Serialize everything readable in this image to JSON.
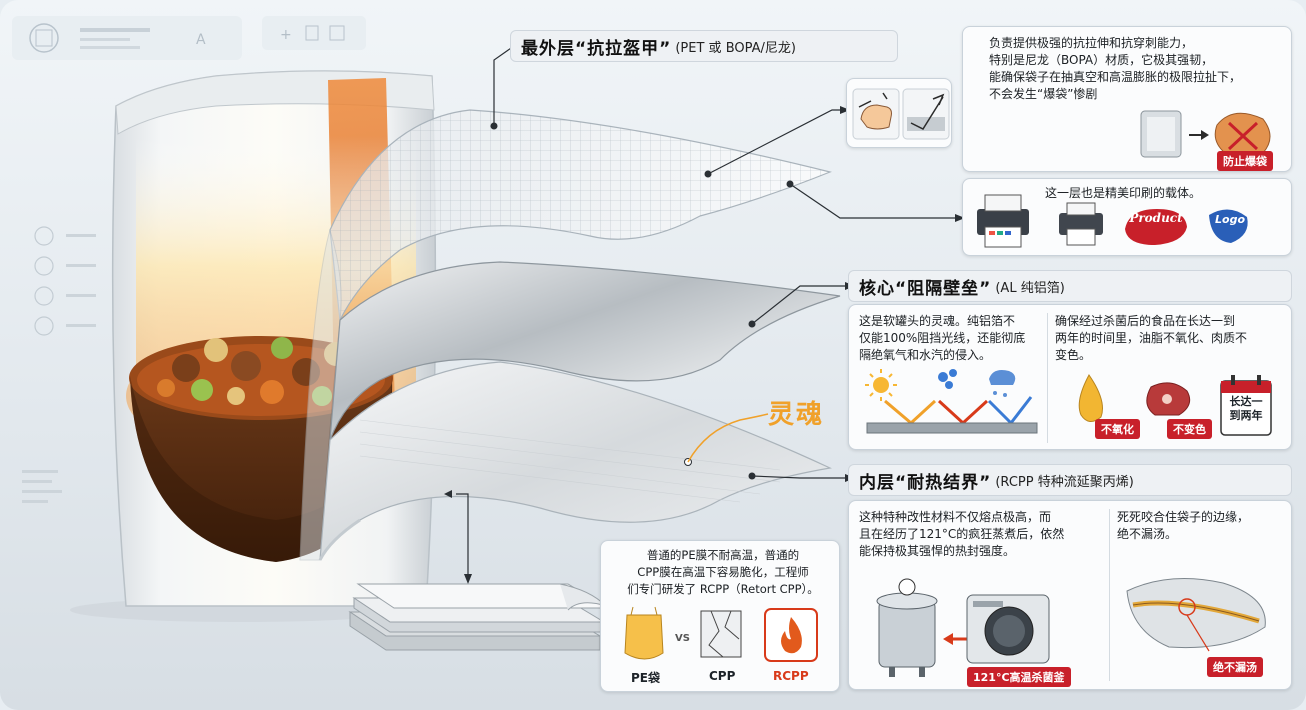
{
  "outer_layer": {
    "title": "最外层“抗拉盔甲”",
    "subtitle": "(PET 或 BOPA/尼龙)",
    "desc": [
      "负责提供极强的抗拉伸和抗穿刺能力，",
      "特别是尼龙（BOPA）材质，它极其强韧，",
      "能确保袋子在抽真空和高温膨胀的极限拉扯下，",
      "不会发生“爆袋”惨剧"
    ],
    "badge": "防止爆袋",
    "print_desc": "这一层也是精美印刷的载体。",
    "logo_product": "Product",
    "logo_logo": "Logo"
  },
  "core_layer": {
    "title": "核心“阻隔壁垒”",
    "subtitle": "(AL 纯铝箔)",
    "desc_left": [
      "这是软罐头的灵魂。纯铝箔不",
      "仅能100%阻挡光线，还能彻底",
      "隔绝氧气和水汽的侵入。"
    ],
    "desc_right": [
      "确保经过杀菌后的食品在长达一到",
      "两年的时间里，油脂不氧化、肉质不",
      "变色。"
    ],
    "badge_oil": "不氧化",
    "badge_meat": "不变色",
    "calendar_text": [
      "长达一",
      "到两年"
    ]
  },
  "soul_label": "灵魂",
  "inner_layer": {
    "title": "内层“耐热结界”",
    "subtitle": "(RCPP 特种流延聚丙烯)",
    "desc_left": [
      "这种特种改性材料不仅熔点极高，而",
      "且在经历了121°C的疯狂蒸煮后，依然",
      "能保持极其强悍的热封强度。"
    ],
    "desc_right": [
      "死死咬合住袋子的边缘，",
      "绝不漏汤。"
    ],
    "badge_sterilize": "121°C高温杀菌釜",
    "badge_seal": "绝不漏汤"
  },
  "compare_box": {
    "desc": [
      "普通的PE膜不耐高温，普通的",
      "CPP膜在高温下容易脆化，工程师",
      "们专门研发了 RCPP（Retort CPP）。"
    ],
    "vs": "VS",
    "label_pe": "PE袋",
    "label_cpp": "CPP",
    "label_rcpp": "RCPP"
  },
  "colors": {
    "accent_red": "#c8202a",
    "soul_orange": "#f0a12a",
    "rcpp_red": "#d83a1a",
    "pouch_orange": "#e07b2a"
  }
}
